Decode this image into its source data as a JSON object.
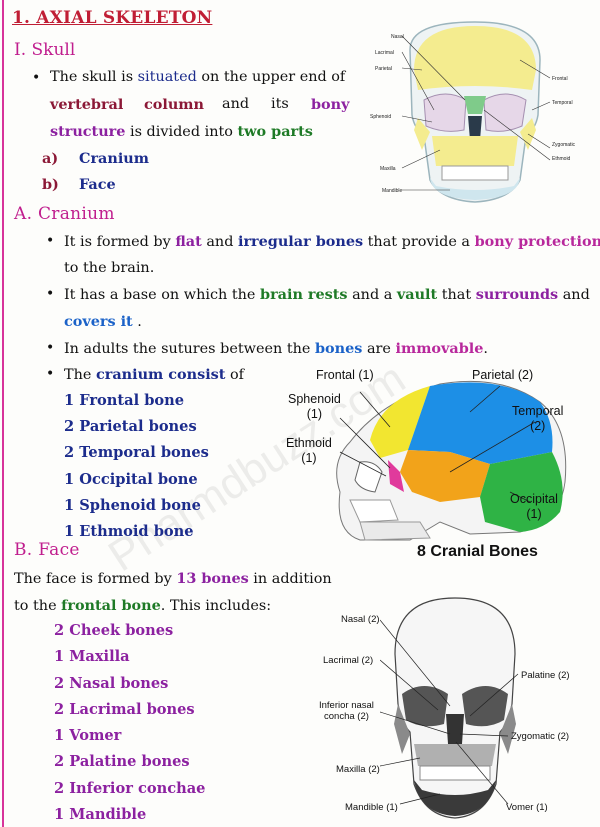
{
  "title": "1. AXIAL SKELETON",
  "skull": {
    "heading": "I. Skull",
    "bullet": {
      "l1a": "The skull is ",
      "l1b": "situated",
      "l1c": " on the upper end of",
      "l2a": "vertebral",
      "l2b": "column",
      "l2c": "and",
      "l2d": "its",
      "l2e": "bony",
      "l3a": "structure",
      "l3b": " is divided into ",
      "l3c": "two parts"
    },
    "parts": [
      {
        "letter": "a)",
        "label": "Cranium"
      },
      {
        "letter": "b)",
        "label": "Face"
      }
    ]
  },
  "skull_diagram_labels": {
    "left": [
      "Nasal",
      "Lacrimal",
      "Parietal",
      "Sphenoid",
      "Maxilla",
      "Mandible"
    ],
    "right": [
      "Frontal",
      "Temporal",
      "Zygomatic",
      "Ethmoid"
    ]
  },
  "cranium": {
    "heading": "A.  Cranium",
    "b1": {
      "a": "It is formed by ",
      "b": "flat",
      "c": " and ",
      "d": "irregular bones",
      "e": " that provide a ",
      "f": "bony protection",
      "g": "to the brain",
      "h": "."
    },
    "b2": {
      "a": "It has a base on which the ",
      "b": "brain rests",
      "c": " and a ",
      "d": "vault",
      "e": " that ",
      "f": "surrounds",
      "g": " and",
      "h": "covers it",
      "i": "."
    },
    "b3": {
      "a": "In adults the sutures between the ",
      "b": "bones",
      "c": " are ",
      "d": "immovable",
      "e": "."
    },
    "b4": {
      "a": "The ",
      "b": "cranium consist",
      "c": " of"
    },
    "bones": [
      "1 Frontal bone",
      "2 Parietal bones",
      "2 Temporal bones",
      "1 Occipital bone",
      "1 Sphenoid bone",
      "1 Ethmoid bone"
    ]
  },
  "cranial_diagram": {
    "labels": {
      "frontal": "Frontal (1)",
      "parietal": "Parietal (2)",
      "sphenoid_a": "Sphenoid",
      "sphenoid_b": "(1)",
      "temporal_a": "Temporal",
      "temporal_b": "(2)",
      "ethmoid_a": "Ethmoid",
      "ethmoid_b": "(1)",
      "occipital_a": "Occipital",
      "occipital_b": "(1)"
    },
    "caption": "8 Cranial Bones",
    "colors": {
      "frontal": "#f2e630",
      "parietal": "#1d8fe6",
      "temporal": "#f2a31a",
      "occipital": "#2fb345",
      "sphenoid": "#e03a9c",
      "ethmoid": "#b9427a"
    }
  },
  "face": {
    "heading": "B.  Face",
    "l1a": "The face is formed by ",
    "l1b": "13 bones",
    "l1c": " in addition",
    "l2a": "to the ",
    "l2b": "frontal bone",
    "l2c": ". This includes:",
    "bones": [
      "2 Cheek bones",
      "1 Maxilla",
      "2 Nasal bones",
      "2 Lacrimal bones",
      "1 Vomer",
      "2 Palatine bones",
      "2 Inferior conchae",
      "1 Mandible"
    ]
  },
  "face_diagram_labels": {
    "nasal": "Nasal (2)",
    "lacrimal": "Lacrimal (2)",
    "palatine": "Palatine (2)",
    "inferior_a": "Inferior nasal",
    "inferior_b": "concha (2)",
    "zygomatic": "Zygomatic (2)",
    "maxilla": "Maxilla (2)",
    "mandible": "Mandible (1)",
    "vomer": "Vomer (1)"
  },
  "watermark": "Pharmdbuzz.com"
}
